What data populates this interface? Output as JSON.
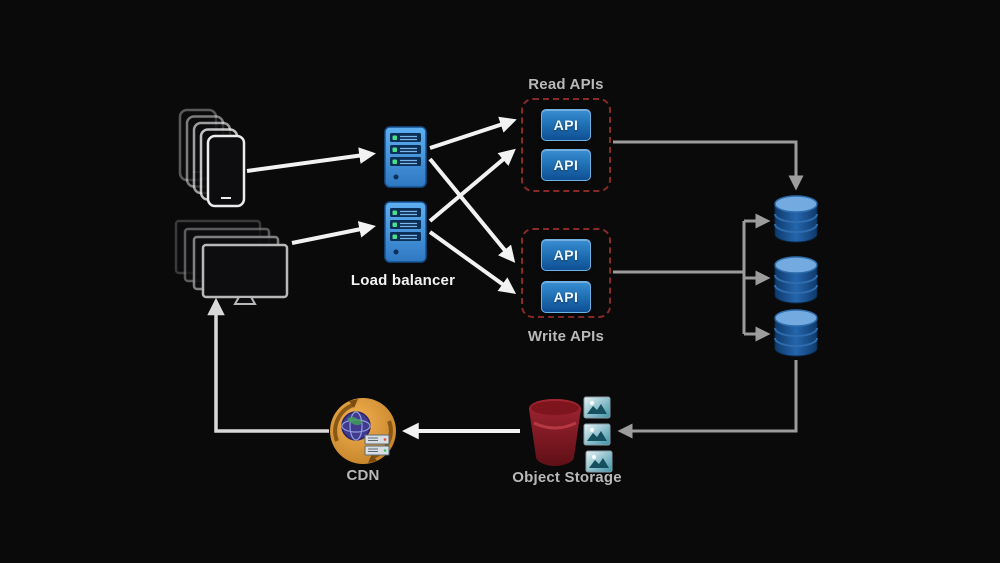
{
  "diagram": {
    "type": "system-architecture",
    "api_label": "API",
    "nodes": {
      "mobile_clients": {
        "icon": "phone-stack"
      },
      "desktop_clients": {
        "icon": "monitor-stack"
      },
      "load_balancer": {
        "label": "Load balancer",
        "servers": 2
      },
      "read_apis": {
        "label": "Read APIs",
        "instances": [
          "API",
          "API"
        ]
      },
      "write_apis": {
        "label": "Write APIs",
        "instances": [
          "API",
          "API"
        ]
      },
      "databases": {
        "count": 3
      },
      "object_storage": {
        "label": "Object Storage"
      },
      "cdn": {
        "label": "CDN"
      }
    },
    "edges": [
      {
        "from": "mobile_clients",
        "to": "load_balancer"
      },
      {
        "from": "desktop_clients",
        "to": "load_balancer"
      },
      {
        "from": "load_balancer_1",
        "to": "read_apis"
      },
      {
        "from": "load_balancer_1",
        "to": "write_apis"
      },
      {
        "from": "load_balancer_2",
        "to": "read_apis"
      },
      {
        "from": "load_balancer_2",
        "to": "write_apis"
      },
      {
        "from": "read_apis",
        "to": "databases"
      },
      {
        "from": "write_apis",
        "to": "databases"
      },
      {
        "from": "databases",
        "to": "object_storage"
      },
      {
        "from": "object_storage",
        "to": "cdn"
      },
      {
        "from": "cdn",
        "to": "desktop_clients"
      }
    ],
    "colors": {
      "background": "#0a0a0b",
      "api_box_blue": "#2172b6",
      "group_dashed_red": "#8a2a28",
      "server_blue": "#4aa0e8",
      "database_blue": "#2465ad",
      "storage_red": "#8c1c26",
      "cdn_orange": "#d79030",
      "arrow_white": "#f2f2f2",
      "connector_gray": "#9c9c9c",
      "label_gray": "#b9b9b9",
      "label_white": "#f2f2f2"
    }
  }
}
